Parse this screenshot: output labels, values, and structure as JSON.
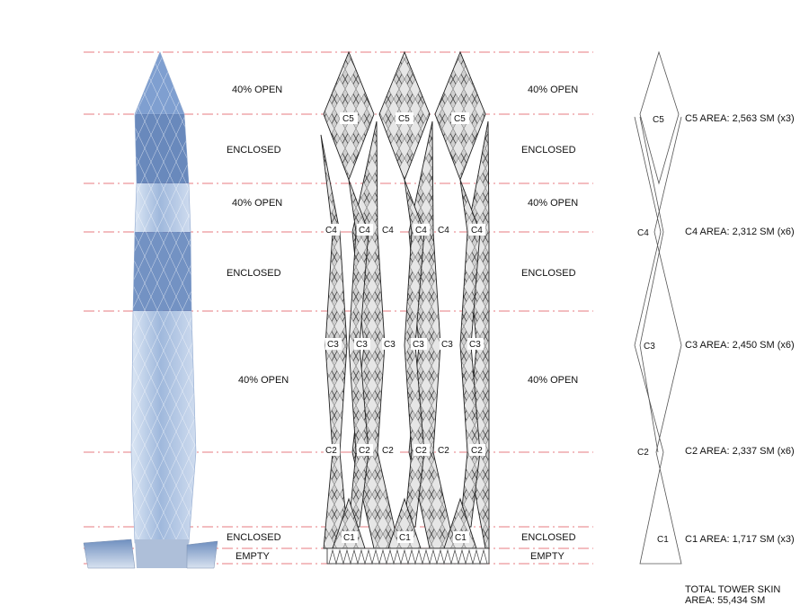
{
  "zone_labels_left": [
    {
      "id": "z1",
      "text": "40% OPEN"
    },
    {
      "id": "z2",
      "text": "ENCLOSED"
    },
    {
      "id": "z3",
      "text": "40% OPEN"
    },
    {
      "id": "z4",
      "text": "ENCLOSED"
    },
    {
      "id": "z5",
      "text": "40% OPEN"
    },
    {
      "id": "z6",
      "text": "ENCLOSED"
    },
    {
      "id": "z7",
      "text": "EMPTY"
    }
  ],
  "zone_labels_right": [
    {
      "id": "r1",
      "text": "40% OPEN"
    },
    {
      "id": "r2",
      "text": "ENCLOSED"
    },
    {
      "id": "r3",
      "text": "40% OPEN"
    },
    {
      "id": "r4",
      "text": "ENCLOSED"
    },
    {
      "id": "r5",
      "text": "40% OPEN"
    },
    {
      "id": "r6",
      "text": "ENCLOSED"
    },
    {
      "id": "r7",
      "text": "EMPTY"
    }
  ],
  "panel_tags": {
    "c5": "C5",
    "c4": "C4",
    "c3": "C3",
    "c2": "C2",
    "c1": "C1"
  },
  "areas": [
    {
      "tag": "C5",
      "text": "C5 AREA: 2,563 SM (x3)"
    },
    {
      "tag": "C4",
      "text": "C4 AREA: 2,312 SM (x6)"
    },
    {
      "tag": "C3",
      "text": "C3 AREA: 2,450 SM (x6)"
    },
    {
      "tag": "C2",
      "text": "C2 AREA: 2,337 SM (x6)"
    },
    {
      "tag": "C1",
      "text": "C1 AREA: 1,717 SM (x3)"
    }
  ],
  "total": {
    "line1": "TOTAL TOWER SKIN",
    "line2": "AREA: 55,434 SM"
  },
  "colors": {
    "guide": "#e0505a",
    "tower_light": "#c9d9ee",
    "tower_dark": "#4f74b0"
  }
}
